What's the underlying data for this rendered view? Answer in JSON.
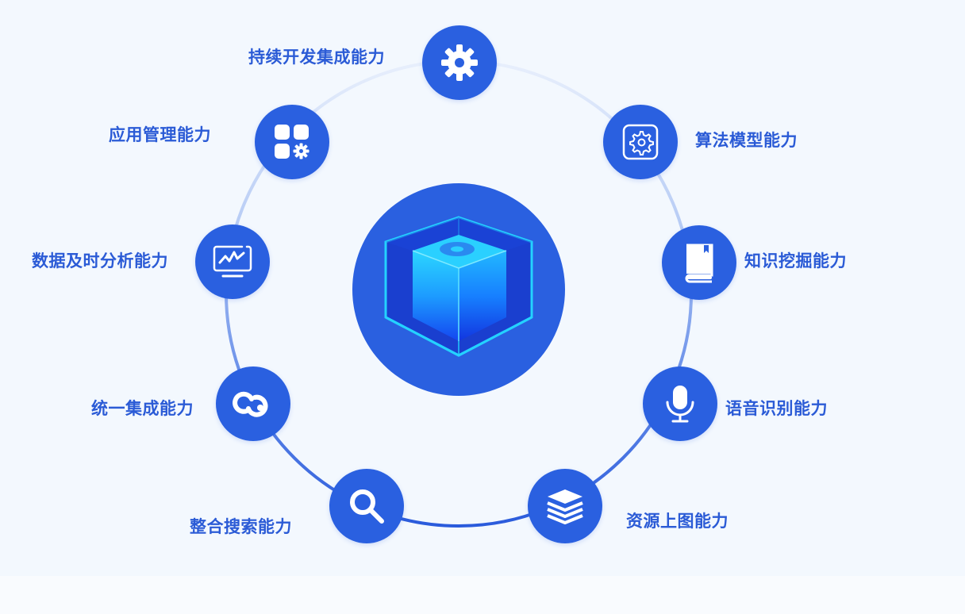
{
  "diagram": {
    "type": "radial-capability-ring",
    "center": {
      "icon": "cube-gear-icon"
    },
    "colors": {
      "background": "#f3f8fe",
      "footer_band": "#f9fbfe",
      "node_fill": "#2a60e0",
      "label_text": "#2b5bd6",
      "ring_top": "#e3ecfb",
      "ring_bottom": "#2e5fdc",
      "cube_cyan": "#19d0ff",
      "cube_deep": "#1233c8"
    },
    "nodes": [
      {
        "id": "cicd",
        "label": "持续开发集成能力",
        "icon": "gear-icon"
      },
      {
        "id": "algo",
        "label": "算法模型能力",
        "icon": "framed-gear-icon"
      },
      {
        "id": "knowledge",
        "label": "知识挖掘能力",
        "icon": "book-icon"
      },
      {
        "id": "voice",
        "label": "语音识别能力",
        "icon": "microphone-icon"
      },
      {
        "id": "resource",
        "label": "资源上图能力",
        "icon": "layers-icon"
      },
      {
        "id": "search",
        "label": "整合搜索能力",
        "icon": "search-icon"
      },
      {
        "id": "unified",
        "label": "统一集成能力",
        "icon": "infinity-link-icon"
      },
      {
        "id": "data",
        "label": "数据及时分析能力",
        "icon": "monitor-chart-icon"
      },
      {
        "id": "app",
        "label": "应用管理能力",
        "icon": "app-grid-gear-icon"
      }
    ]
  }
}
